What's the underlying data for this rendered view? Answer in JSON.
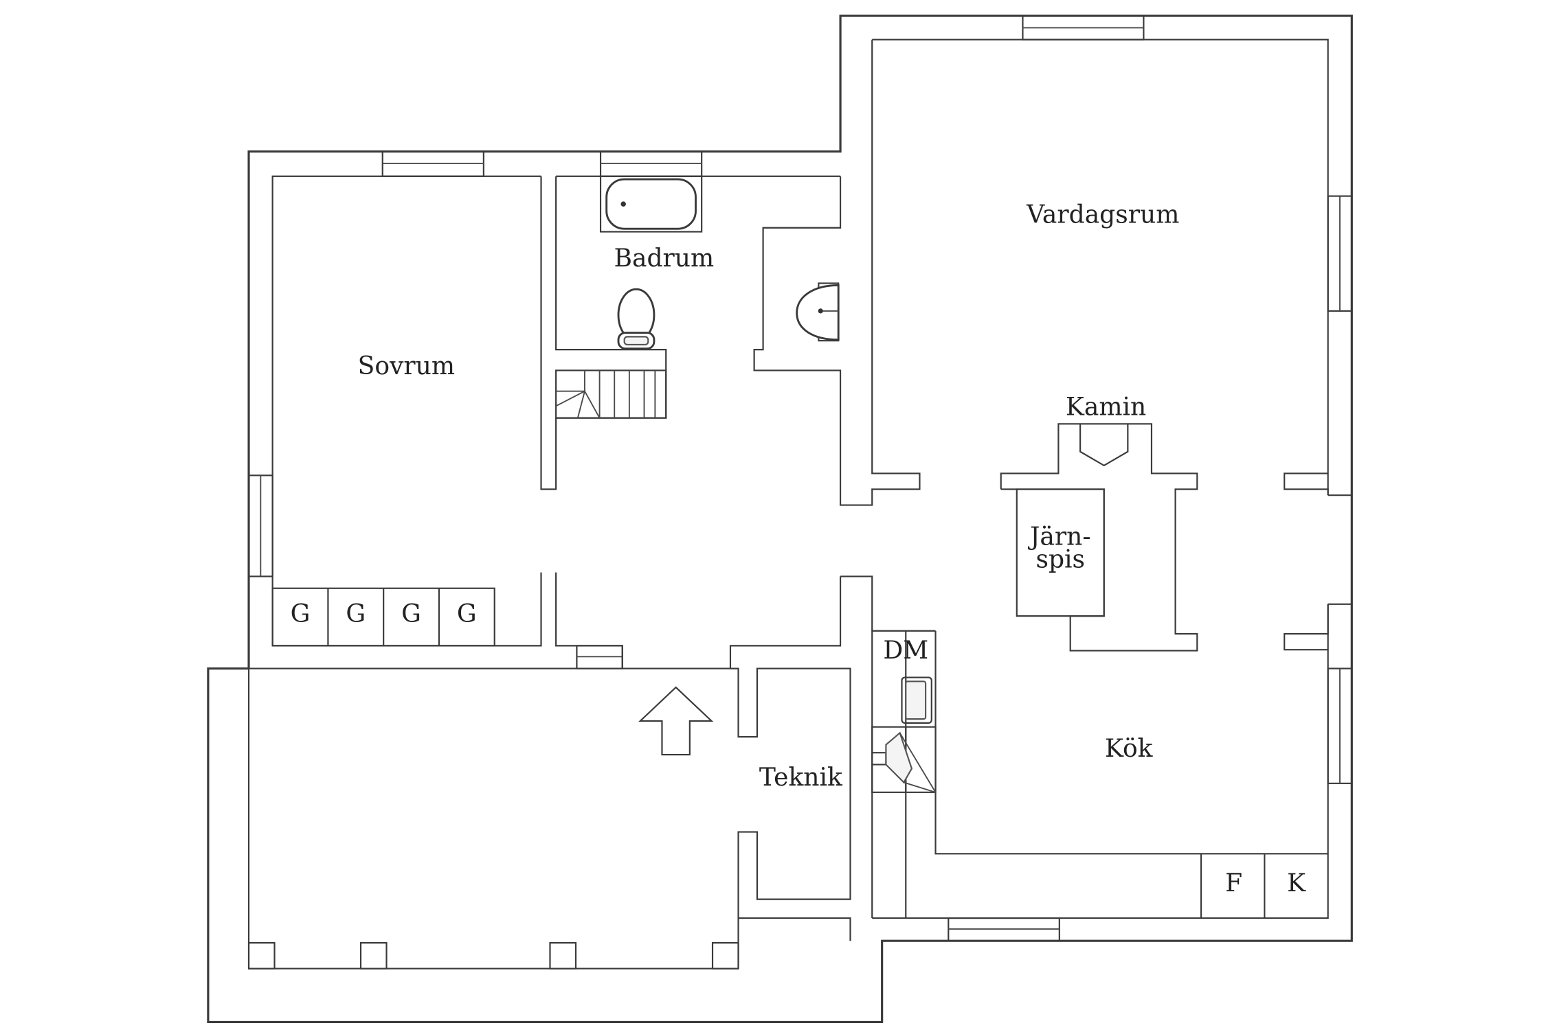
{
  "rooms": {
    "vardagsrum": "Vardagsrum",
    "badrum": "Badrum",
    "sovrum": "Sovrum",
    "kamin": "Kamin",
    "jarnspis_line1": "Järn-",
    "jarnspis_line2": "spis",
    "dm": "DM",
    "teknik": "Teknik",
    "kok": "Kök",
    "f": "F",
    "k": "K"
  },
  "wardrobes": [
    "G",
    "G",
    "G",
    "G"
  ],
  "colors": {
    "wall": "#3a3a3a",
    "background": "#ffffff"
  },
  "icons": {
    "entrance": "entrance-arrow-icon",
    "bathtub": "bathtub-icon",
    "toilet": "toilet-icon",
    "sink": "sink-icon",
    "stairs": "stairs-icon",
    "kitchen_sink": "kitchen-sink-icon",
    "stove": "stove-icon"
  }
}
